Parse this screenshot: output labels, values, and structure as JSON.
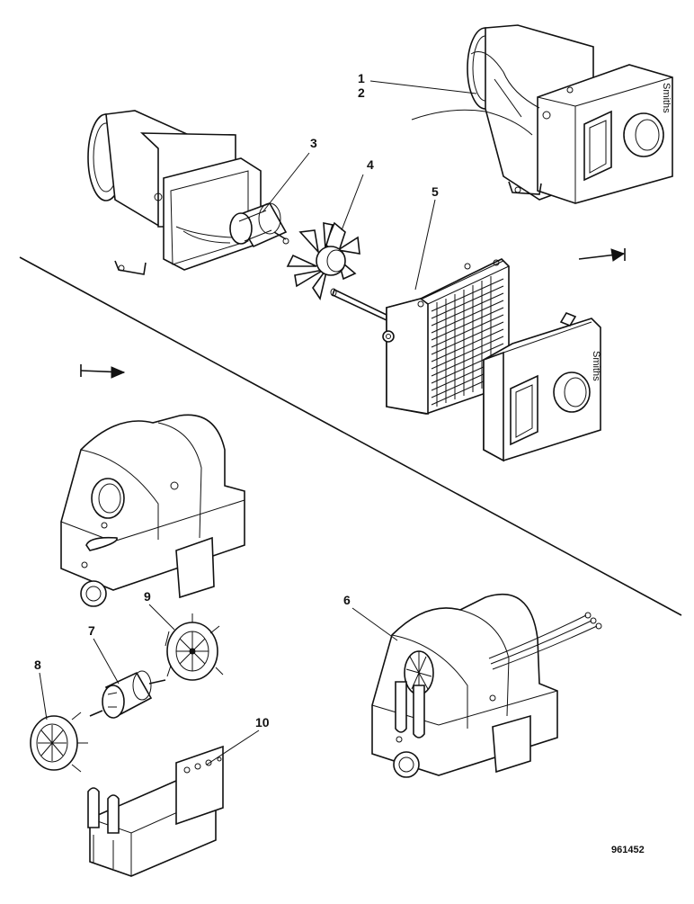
{
  "diagram": {
    "reference_number": "961452",
    "brand_text": "Smiths",
    "callouts": [
      "1",
      "2",
      "3",
      "4",
      "5",
      "6",
      "7",
      "8",
      "9",
      "10"
    ]
  }
}
